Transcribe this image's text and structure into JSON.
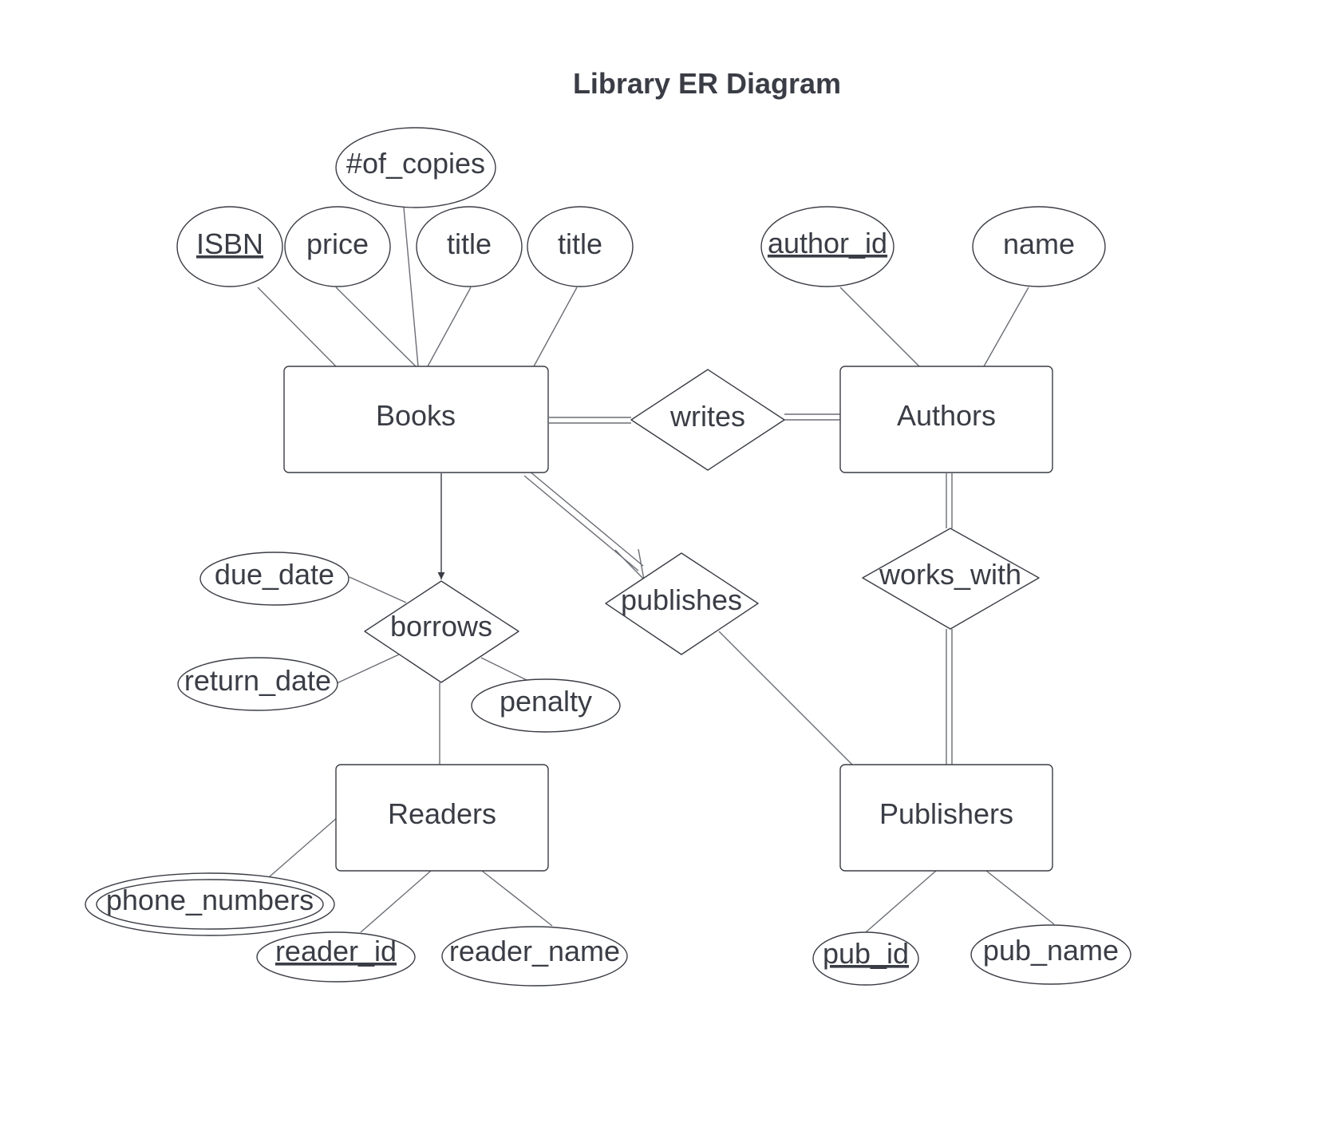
{
  "title": "Library ER Diagram",
  "entities": {
    "books": "Books",
    "authors": "Authors",
    "readers": "Readers",
    "publishers": "Publishers"
  },
  "relationships": {
    "writes": "writes",
    "borrows": "borrows",
    "publishes": "publishes",
    "works_with": "works_with"
  },
  "attributes": {
    "books": {
      "isbn": "ISBN",
      "price": "price",
      "copies": "#of_copies",
      "title_1": "title",
      "title_2": "title"
    },
    "authors": {
      "author_id": "author_id",
      "name": "name"
    },
    "borrows": {
      "due_date": "due_date",
      "return_date": "return_date",
      "penalty": "penalty"
    },
    "readers": {
      "phone_numbers": "phone_numbers",
      "reader_id": "reader_id",
      "reader_name": "reader_name"
    },
    "publishers": {
      "pub_id": "pub_id",
      "pub_name": "pub_name"
    }
  },
  "colors": {
    "stroke": "#3a3d45",
    "connector": "#6b6e75",
    "background": "#ffffff"
  }
}
